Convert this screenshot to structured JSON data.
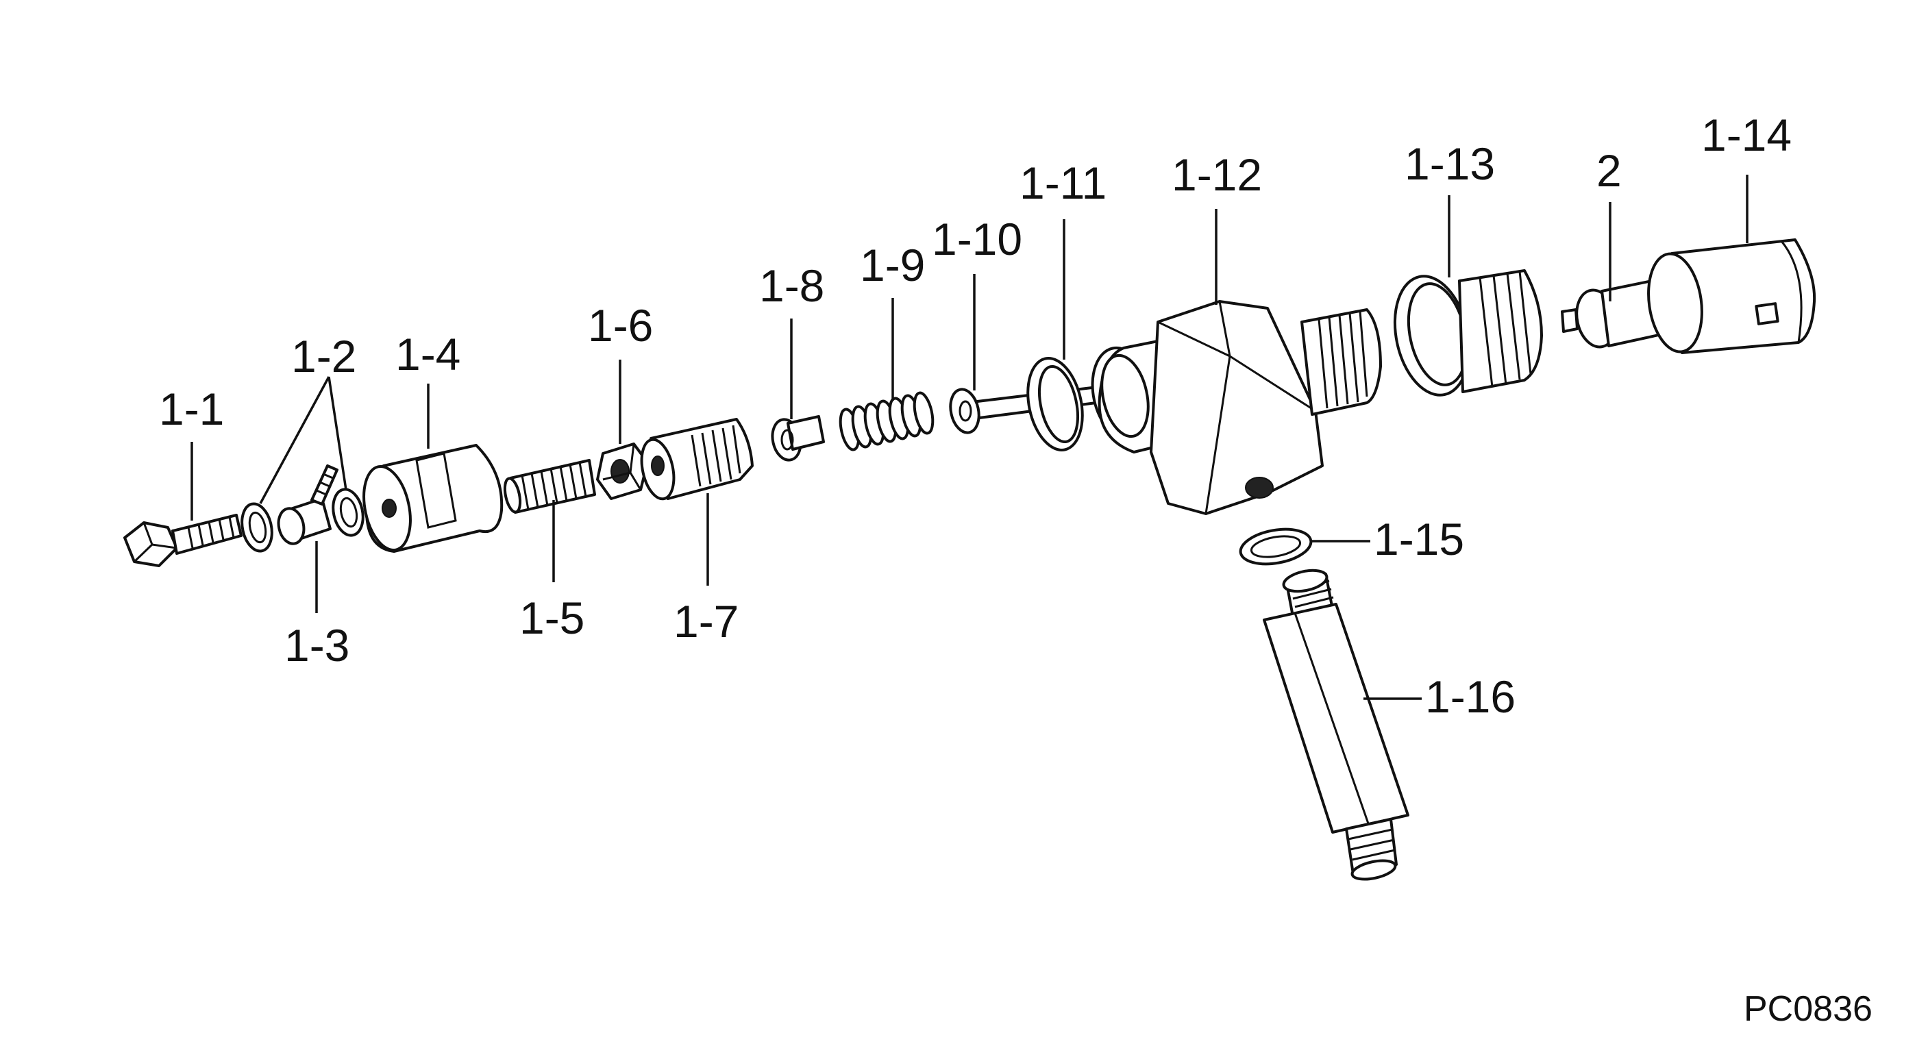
{
  "diagram": {
    "reference_code": "PC0836",
    "callouts": [
      {
        "id": "1-1",
        "label": "1-1"
      },
      {
        "id": "1-2",
        "label": "1-2"
      },
      {
        "id": "1-3",
        "label": "1-3"
      },
      {
        "id": "1-4",
        "label": "1-4"
      },
      {
        "id": "1-5",
        "label": "1-5"
      },
      {
        "id": "1-6",
        "label": "1-6"
      },
      {
        "id": "1-7",
        "label": "1-7"
      },
      {
        "id": "1-8",
        "label": "1-8"
      },
      {
        "id": "1-9",
        "label": "1-9"
      },
      {
        "id": "1-10",
        "label": "1-10"
      },
      {
        "id": "1-11",
        "label": "1-11"
      },
      {
        "id": "1-12",
        "label": "1-12"
      },
      {
        "id": "1-13",
        "label": "1-13"
      },
      {
        "id": "2",
        "label": "2"
      },
      {
        "id": "1-14",
        "label": "1-14"
      },
      {
        "id": "1-15",
        "label": "1-15"
      },
      {
        "id": "1-16",
        "label": "1-16"
      }
    ]
  }
}
